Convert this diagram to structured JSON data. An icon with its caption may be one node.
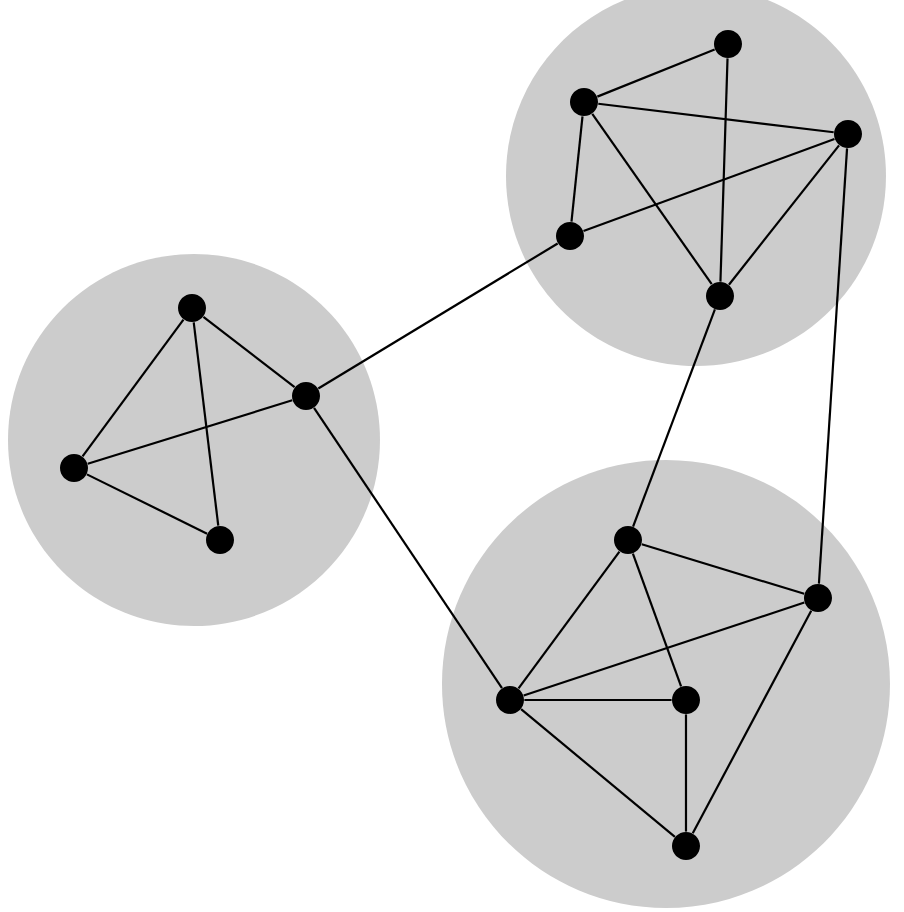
{
  "diagram": {
    "nodes": [
      {
        "text": [],
        "shape": "circle"
      },
      {
        "text": [],
        "shape": "circle",
        "in": 0
      },
      {
        "text": [],
        "shape": "circle",
        "in": 0
      },
      {
        "text": [],
        "shape": "circle",
        "in": 0
      },
      {
        "text": [],
        "shape": "circle",
        "in": 0
      },
      {
        "text": [],
        "shape": "circle"
      },
      {
        "text": [],
        "shape": "circle",
        "in": 5
      },
      {
        "text": [],
        "shape": "circle",
        "in": 5
      },
      {
        "text": [],
        "shape": "circle",
        "in": 5
      },
      {
        "text": [],
        "shape": "circle",
        "in": 5
      },
      {
        "text": [],
        "shape": "circle",
        "in": 5
      },
      {
        "text": [],
        "shape": "circle"
      },
      {
        "text": [],
        "shape": "circle",
        "in": 11
      },
      {
        "text": [],
        "shape": "circle",
        "in": 11
      },
      {
        "text": [],
        "shape": "circle",
        "in": 11
      },
      {
        "text": [],
        "shape": "circle",
        "in": 11
      },
      {
        "text": [],
        "shape": "circle",
        "in": 11
      }
    ],
    "edges": [
      {
        "from": 1,
        "to": 2,
        "arrow": "none"
      },
      {
        "from": 1,
        "to": 3,
        "arrow": "none"
      },
      {
        "from": 1,
        "to": 4,
        "arrow": "none"
      },
      {
        "from": 3,
        "to": 2,
        "arrow": "none"
      },
      {
        "from": 3,
        "to": 4,
        "arrow": "none"
      },
      {
        "from": 2,
        "to": 9,
        "arrow": "none"
      },
      {
        "from": 2,
        "to": 14,
        "arrow": "none"
      },
      {
        "from": 7,
        "to": 6,
        "arrow": "none"
      },
      {
        "from": 6,
        "to": 10,
        "arrow": "none"
      },
      {
        "from": 7,
        "to": 8,
        "arrow": "none"
      },
      {
        "from": 7,
        "to": 9,
        "arrow": "none"
      },
      {
        "from": 7,
        "to": 10,
        "arrow": "none"
      },
      {
        "from": 9,
        "to": 8,
        "arrow": "none"
      },
      {
        "from": 8,
        "to": 10,
        "arrow": "none"
      },
      {
        "from": 8,
        "to": 13,
        "arrow": "none"
      },
      {
        "from": 10,
        "to": 12,
        "arrow": "none"
      },
      {
        "from": 12,
        "to": 13,
        "arrow": "none"
      },
      {
        "from": 12,
        "to": 14,
        "arrow": "none"
      },
      {
        "from": 12,
        "to": 15,
        "arrow": "none"
      },
      {
        "from": 14,
        "to": 13,
        "arrow": "none"
      },
      {
        "from": 14,
        "to": 15,
        "arrow": "none"
      },
      {
        "from": 14,
        "to": 16,
        "arrow": "none"
      },
      {
        "from": 15,
        "to": 16,
        "arrow": "none"
      },
      {
        "from": 13,
        "to": 16,
        "arrow": "none"
      }
    ]
  }
}
